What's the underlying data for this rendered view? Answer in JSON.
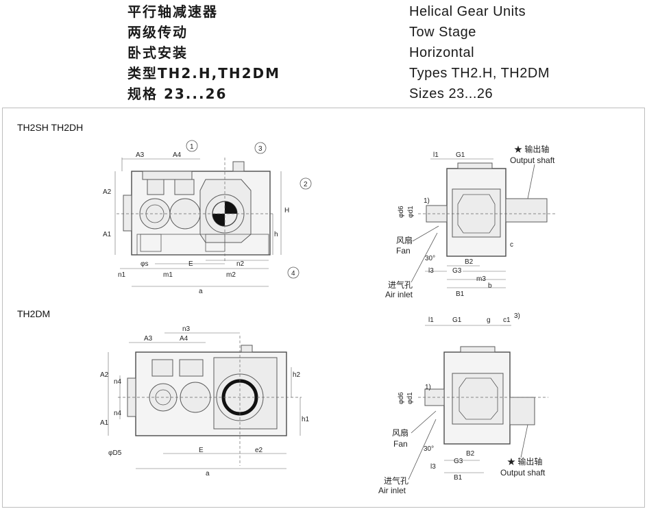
{
  "header": {
    "cn": [
      "平行轴减速器",
      "两级传动",
      "卧式安装",
      "类型TH2.H,TH2DM",
      "规格 23...26"
    ],
    "en": [
      "Helical Gear Units",
      "Tow Stage",
      "Horizontal",
      "Types TH2.H, TH2DM",
      "Sizes 23...26"
    ]
  },
  "sections": {
    "top_title": "TH2SH  TH2DH",
    "bottom_title": "TH2DM"
  },
  "top_front": {
    "labels": [
      "A3",
      "A4",
      "A2",
      "A1",
      "H",
      "h",
      "n1",
      "m1",
      "E",
      "n2",
      "m2",
      "a",
      "φs"
    ],
    "symbols": [
      "1",
      "3",
      "2",
      "4"
    ]
  },
  "top_side": {
    "labels": [
      "l1",
      "G1",
      "φd6",
      "φd1",
      "c",
      "B2",
      "G3",
      "l3",
      "m3",
      "b",
      "B1",
      "30°"
    ],
    "output_shaft_cn": "★ 输出轴",
    "output_shaft_en": "Output shaft",
    "fan_cn": "风扇",
    "fan_en": "Fan",
    "air_inlet_cn": "进气孔",
    "air_inlet_en": "Air inlet",
    "note": "1)"
  },
  "bottom_front": {
    "labels": [
      "n3",
      "A3",
      "A4",
      "A2",
      "n4",
      "n4",
      "A1",
      "h2",
      "h1",
      "φD5",
      "E",
      "e2",
      "a"
    ]
  },
  "bottom_side": {
    "labels": [
      "l1",
      "G1",
      "g",
      "c1",
      "φd6",
      "φd1",
      "G3",
      "B2",
      "l3",
      "B1",
      "30°"
    ],
    "output_shaft_cn": "★ 输出轴",
    "output_shaft_en": "Output shaft",
    "fan_cn": "风扇",
    "fan_en": "Fan",
    "air_inlet_cn": "进气孔",
    "air_inlet_en": "Air inlet",
    "note1": "1)",
    "note3": "3)"
  }
}
